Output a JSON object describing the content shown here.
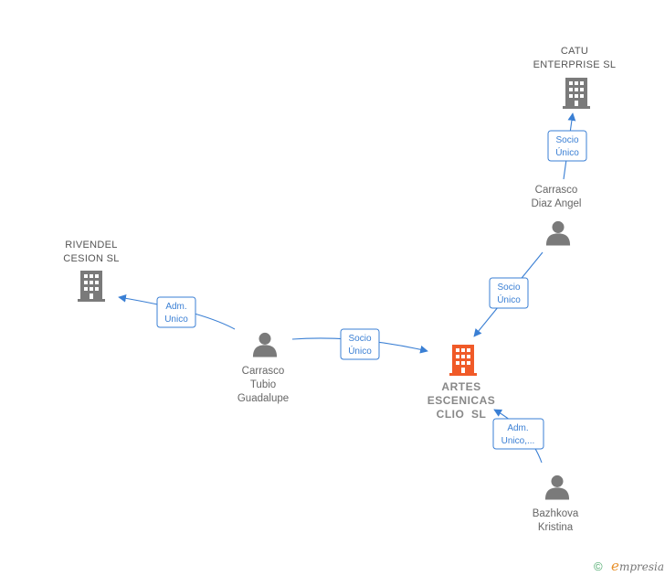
{
  "nodes": {
    "catu": {
      "label": [
        "CATU",
        "ENTERPRISE SL"
      ],
      "type": "company"
    },
    "rivendel": {
      "label": [
        "RIVENDEL",
        "CESION SL"
      ],
      "type": "company"
    },
    "artes": {
      "label": [
        "ARTES",
        "ESCENICAS",
        "CLIO  SL"
      ],
      "type": "company-main"
    },
    "carrasco_diaz": {
      "label": [
        "Carrasco",
        "Diaz Angel"
      ],
      "type": "person"
    },
    "carrasco_tubio": {
      "label": [
        "Carrasco",
        "Tubio",
        "Guadalupe"
      ],
      "type": "person"
    },
    "bazhkova": {
      "label": [
        "Bazhkova",
        "Kristina"
      ],
      "type": "person"
    }
  },
  "edges": [
    {
      "from": "carrasco_diaz",
      "to": "catu",
      "label": [
        "Socio",
        "Único"
      ]
    },
    {
      "from": "carrasco_tubio",
      "to": "rivendel",
      "label": [
        "Adm.",
        "Unico"
      ]
    },
    {
      "from": "carrasco_tubio",
      "to": "artes",
      "label": [
        "Socio",
        "Único"
      ]
    },
    {
      "from": "carrasco_diaz",
      "to": "artes",
      "label": [
        "Socio",
        "Único"
      ]
    },
    {
      "from": "bazhkova",
      "to": "artes",
      "label": [
        "Adm.",
        "Unico,..."
      ]
    }
  ],
  "colors": {
    "company": "#7a7a7a",
    "company_main": "#f05a28",
    "person": "#7a7a7a",
    "edge": "#3a7fd4"
  },
  "footer": {
    "copyright": "©",
    "brand_initial": "e",
    "brand_rest": "mpresia"
  }
}
